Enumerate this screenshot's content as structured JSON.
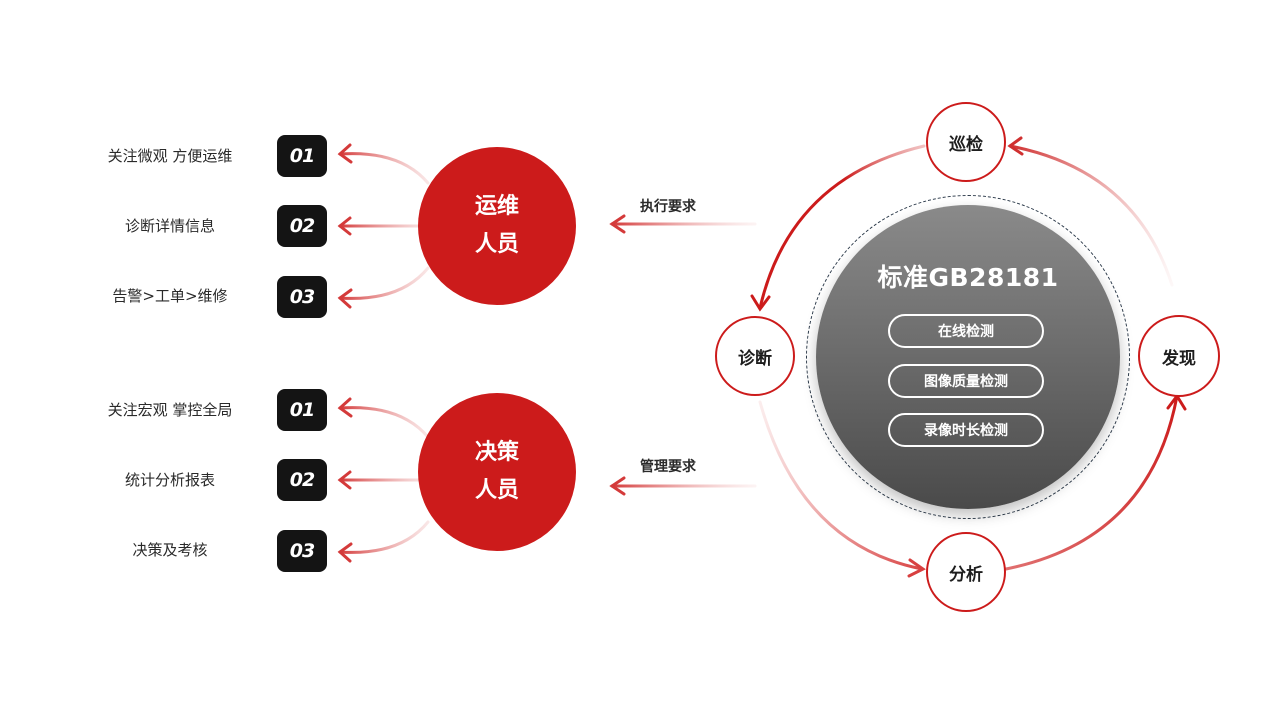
{
  "groups": [
    {
      "role": [
        "运维",
        "人员"
      ],
      "items": [
        {
          "num": "01",
          "label": "关注微观 方便运维"
        },
        {
          "num": "02",
          "label": "诊断详情信息"
        },
        {
          "num": "03",
          "label": "告警>工单>维修"
        }
      ],
      "requirement": "执行要求"
    },
    {
      "role": [
        "决策",
        "人员"
      ],
      "items": [
        {
          "num": "01",
          "label": "关注宏观 掌控全局"
        },
        {
          "num": "02",
          "label": "统计分析报表"
        },
        {
          "num": "03",
          "label": "决策及考核"
        }
      ],
      "requirement": "管理要求"
    }
  ],
  "cycle": {
    "nodes": [
      "巡检",
      "诊断",
      "分析",
      "发现"
    ],
    "core": {
      "title": "标准GB28181",
      "items": [
        "在线检测",
        "图像质量检测",
        "录像时长检测"
      ]
    }
  },
  "colors": {
    "accent": "#cc1b1b",
    "badge": "#141414",
    "core": "#6e6e6e"
  }
}
